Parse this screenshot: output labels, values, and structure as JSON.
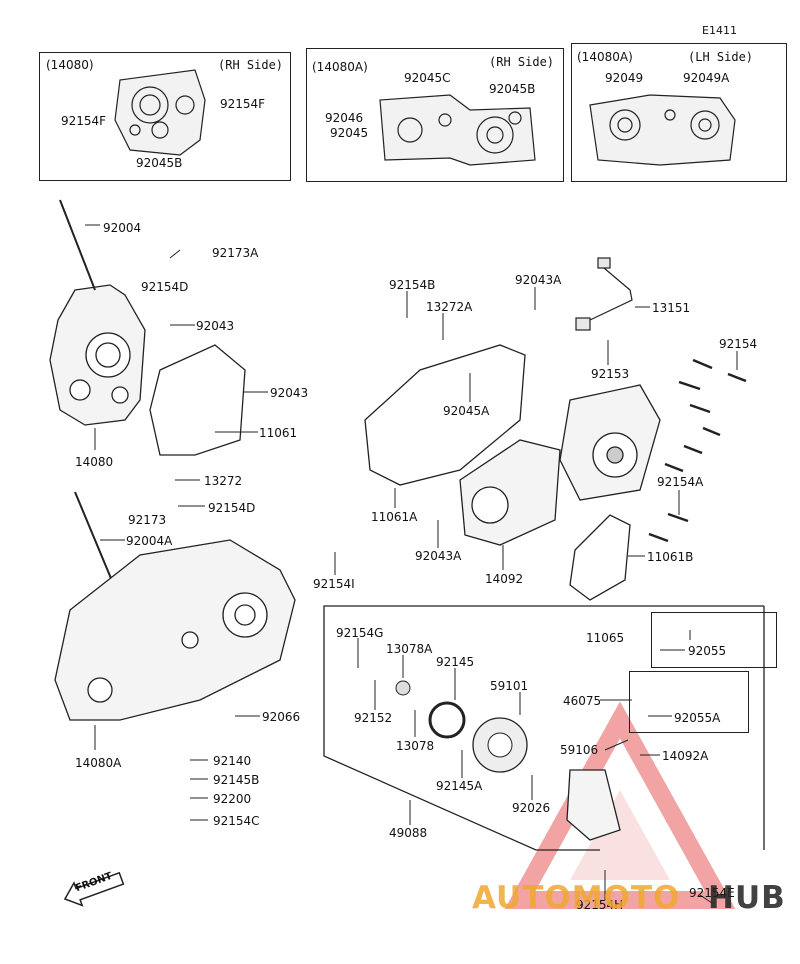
{
  "diagram_code": "E1411",
  "insets": [
    {
      "code": "(14080)",
      "side": "(RH Side)"
    },
    {
      "code": "(14080A)",
      "side": "(RH Side)"
    },
    {
      "code": "(14080A)",
      "side": "(LH Side)"
    }
  ],
  "parts": {
    "p92154F_a": "92154F",
    "p92154F_b": "92154F",
    "p92045B_a": "92045B",
    "p92045C": "92045C",
    "p92045B_b": "92045B",
    "p92046": "92046",
    "p92045": "92045",
    "p92049": "92049",
    "p92049A": "92049A",
    "p92004": "92004",
    "p92173A": "92173A",
    "p92154D_a": "92154D",
    "p92043_a": "92043",
    "p92043_b": "92043",
    "p11061": "11061",
    "p14080": "14080",
    "p13272": "13272",
    "p92173": "92173",
    "p92154D_b": "92154D",
    "p92004A": "92004A",
    "p92154I": "92154I",
    "p92066": "92066",
    "p14080A": "14080A",
    "p92140": "92140",
    "p92145B": "92145B",
    "p92200": "92200",
    "p92154C": "92154C",
    "p92154B": "92154B",
    "p13272A": "13272A",
    "p92043A_a": "92043A",
    "p13151": "13151",
    "p92153": "92153",
    "p92154": "92154",
    "p92045A": "92045A",
    "p11061A": "11061A",
    "p92043A_b": "92043A",
    "p14092": "14092",
    "p92154A": "92154A",
    "p11061B": "11061B",
    "p11065": "11065",
    "p92055": "92055",
    "p92154G": "92154G",
    "p13078A": "13078A",
    "p92145": "92145",
    "p59101": "59101",
    "p46075": "46075",
    "p92055A": "92055A",
    "p92152": "92152",
    "p13078": "13078",
    "p59106": "59106",
    "p14092A": "14092A",
    "p92145A": "92145A",
    "p92026": "92026",
    "p49088": "49088",
    "p92154H": "92154H",
    "p92154E": "92154E"
  },
  "front_label": "FRONT",
  "watermark": {
    "part1": "AUTOMOTO",
    "part2": "HUB",
    "color1": "#f0a830",
    "color2": "#222222",
    "logo_color": "#e85a5a"
  }
}
